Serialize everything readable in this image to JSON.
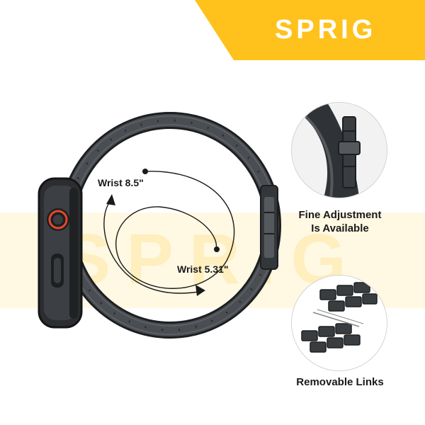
{
  "brand": {
    "logo_text": "SPRIG",
    "accent_color": "#FFC21C"
  },
  "wrist_sizes": {
    "large_label": "Wrist 8.5\"",
    "small_label": "Wrist 5.31\""
  },
  "features": [
    {
      "title_line1": "Fine Adjustment",
      "title_line2": "Is Available",
      "icon": "clasp-closeup-icon"
    },
    {
      "title": "Removable Links",
      "icon": "link-blocks-icon"
    }
  ],
  "watermark": {
    "text": "SPRIG"
  },
  "colors": {
    "band": "#3a3d40",
    "band_dark": "#1c1e20",
    "crown_ring": "#e5472a",
    "text": "#1a1a1a"
  }
}
